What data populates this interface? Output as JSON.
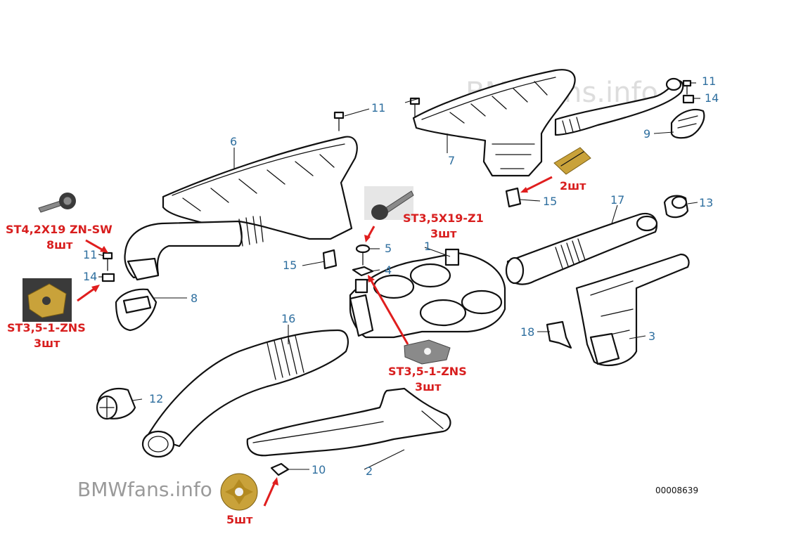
{
  "diagram": {
    "watermark_top": "BMWfans.info",
    "watermark_bottom": "BMWfans.info",
    "drawing_code": "00008639",
    "callouts": [
      {
        "id": "n1",
        "label": "1"
      },
      {
        "id": "n2",
        "label": "2"
      },
      {
        "id": "n3",
        "label": "3"
      },
      {
        "id": "n4",
        "label": "4"
      },
      {
        "id": "n5",
        "label": "5"
      },
      {
        "id": "n6",
        "label": "6"
      },
      {
        "id": "n7",
        "label": "7"
      },
      {
        "id": "n8",
        "label": "8"
      },
      {
        "id": "n9",
        "label": "9"
      },
      {
        "id": "n10",
        "label": "10"
      },
      {
        "id": "n11a",
        "label": "11"
      },
      {
        "id": "n11b",
        "label": "11"
      },
      {
        "id": "n11c",
        "label": "11"
      },
      {
        "id": "n12",
        "label": "12"
      },
      {
        "id": "n13",
        "label": "13"
      },
      {
        "id": "n14a",
        "label": "14"
      },
      {
        "id": "n14b",
        "label": "14"
      },
      {
        "id": "n15a",
        "label": "15"
      },
      {
        "id": "n15b",
        "label": "15"
      },
      {
        "id": "n16",
        "label": "16"
      },
      {
        "id": "n17",
        "label": "17"
      },
      {
        "id": "n18",
        "label": "18"
      }
    ],
    "annotations": {
      "screw_sw_code": "ST4,2X19 ZN-SW",
      "screw_sw_qty": "8шт",
      "nut_left_code": "ST3,5-1-ZNS",
      "nut_left_qty": "3шт",
      "screw_z1_code": "ST3,5X19-Z1",
      "screw_z1_qty": "3шт",
      "nut_center_code": "ST3,5-1-ZNS",
      "nut_center_qty": "3шт",
      "clip_qty": "2шт",
      "washer_qty": "5шт"
    },
    "accent_colors": {
      "callout": "#2f6f9f",
      "annotation": "#d81e1e"
    }
  }
}
